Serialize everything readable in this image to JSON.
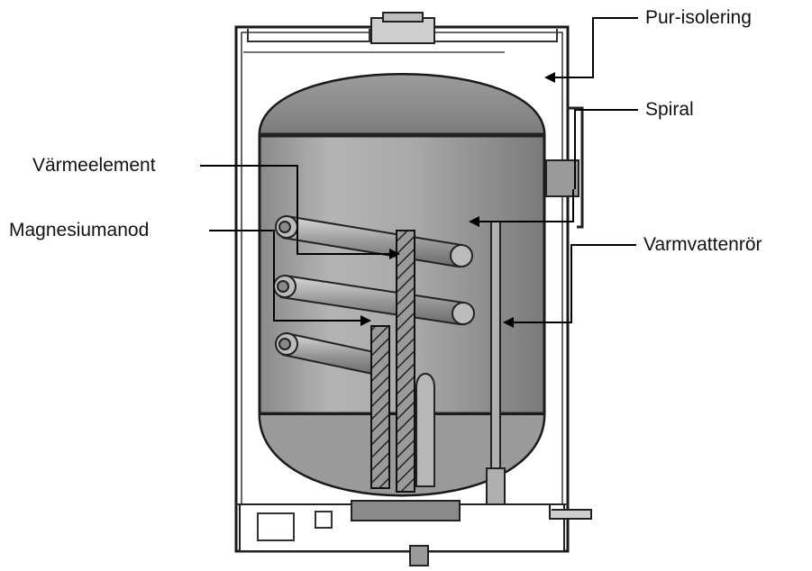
{
  "labels": {
    "insulation": "Pur-isolering",
    "spiral": "Spiral",
    "heating_element": "Värmeelement",
    "anode": "Magnesiumanod",
    "hot_water_pipe": "Varmvattenrör"
  },
  "colors": {
    "tank_body": "#a4a4a4",
    "tank_dark": "#6e6e6e",
    "outline": "#1a1a1a",
    "casing": "#ffffff",
    "leader": "#000000"
  }
}
